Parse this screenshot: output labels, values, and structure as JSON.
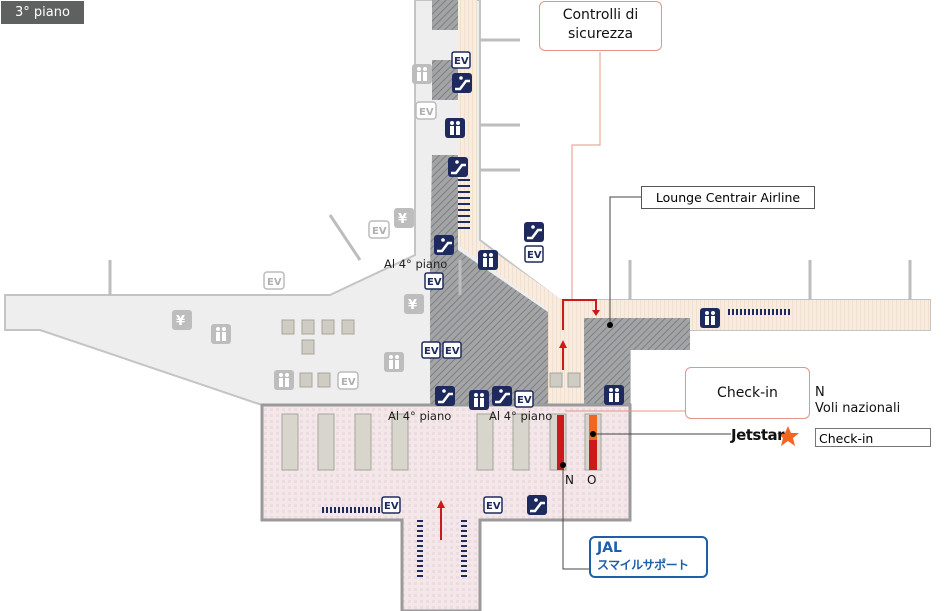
{
  "floor": {
    "label": "3° piano"
  },
  "callouts": {
    "security": "Controlli di sicurezza",
    "security_line1": "Controlli di",
    "security_line2": "sicurezza",
    "checkin": "Check-in",
    "lounge": "Lounge Centrair Airline"
  },
  "domestic": {
    "zone": "N",
    "label": "Voli nazionali"
  },
  "jetstar": {
    "logo": "Jetstar",
    "label": "Check-in"
  },
  "jal": {
    "line1": "JAL",
    "line2": "スマイルサポート"
  },
  "counters": {
    "n": "N",
    "o": "O"
  },
  "map_labels": {
    "to_4th": "Al 4° piano"
  },
  "icons": {
    "ev_label": "EV",
    "yen_label": "¥"
  },
  "colors": {
    "navy": "#1e2a5e",
    "hatch": "#8a8c8e",
    "walkway": "#f6ead8",
    "checkin_floor": "#f3e6ea",
    "accent_red": "#cc1a1a",
    "jetstar_orange": "#f26522",
    "jal_blue": "#1e5fa8"
  }
}
